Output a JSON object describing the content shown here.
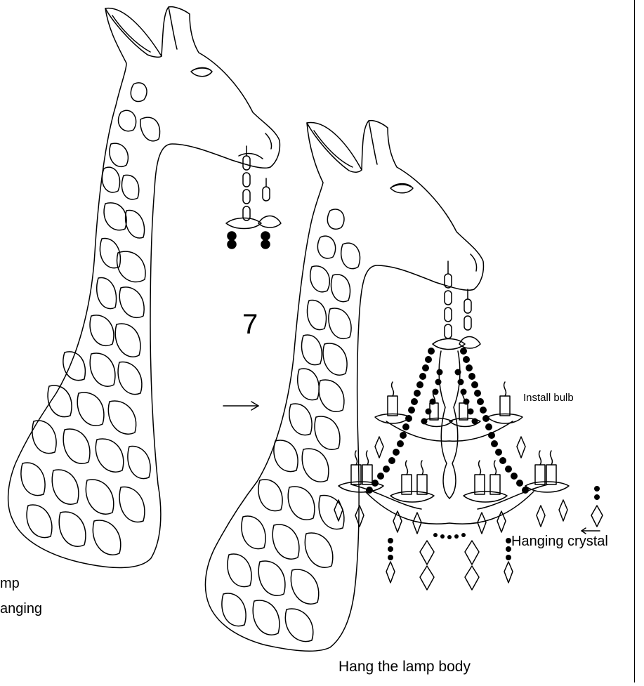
{
  "figure": {
    "step_number": "7",
    "labels": {
      "install_bulb": "Install bulb",
      "hanging_crystal": "Hanging crystal",
      "hang_lamp_body": "Hang the lamp body",
      "left_fragment_1": "mp",
      "left_fragment_2": "anging"
    }
  },
  "colors": {
    "ink": "#000000",
    "paper": "#ffffff"
  }
}
